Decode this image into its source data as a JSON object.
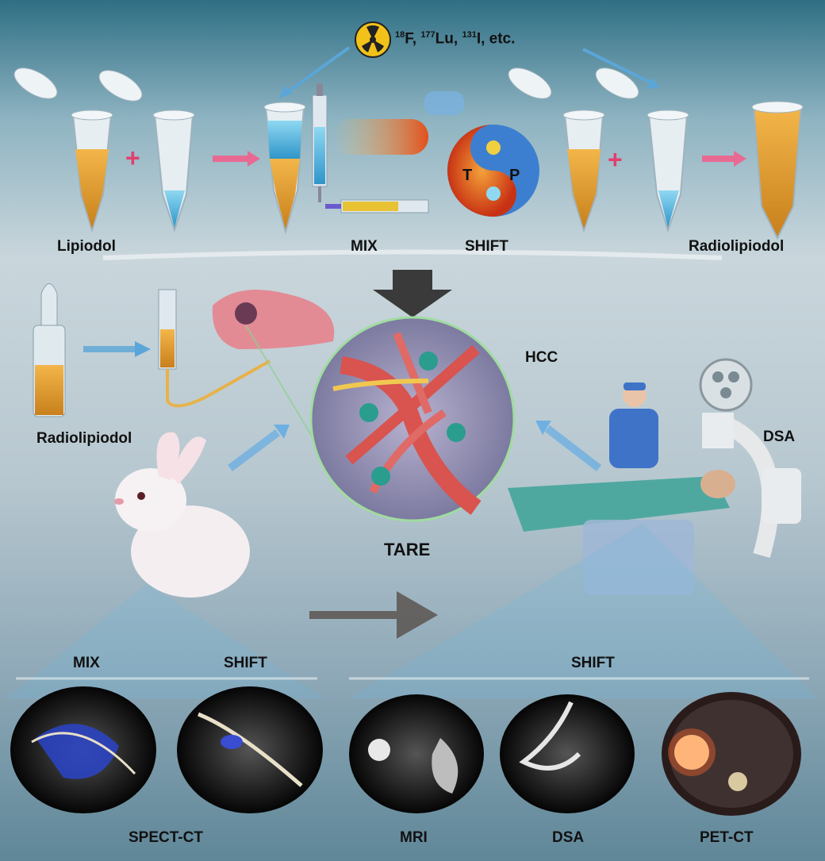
{
  "isotopes": {
    "f_mass": "18",
    "f": "F, ",
    "lu_mass": "177",
    "lu": "Lu, ",
    "i_mass": "131",
    "i": "I,  etc."
  },
  "labels": {
    "lipiodol": "Lipiodol",
    "mix_top": "MIX",
    "shift_top": "SHIFT",
    "radiolipiodol_top": "Radiolipiodol",
    "radiolipiodol_left": "Radiolipiodol",
    "hcc": "HCC",
    "dsa_equipment": "DSA",
    "tare": "TARE",
    "mix_bottom": "MIX",
    "shift_bottom_left": "SHIFT",
    "shift_bottom_right": "SHIFT",
    "spect_ct": "SPECT-CT",
    "mri": "MRI",
    "dsa_scan": "DSA",
    "pet_ct": "PET-CT"
  },
  "yin_yang": {
    "t": "T",
    "p": "P"
  },
  "colors": {
    "lipiodol": "#e0a030",
    "radio_blue": "#4fb3e0",
    "vessel": "#d9534f",
    "arrow_pink": "#e86a92",
    "arrow_blue": "#5aa6d8"
  }
}
